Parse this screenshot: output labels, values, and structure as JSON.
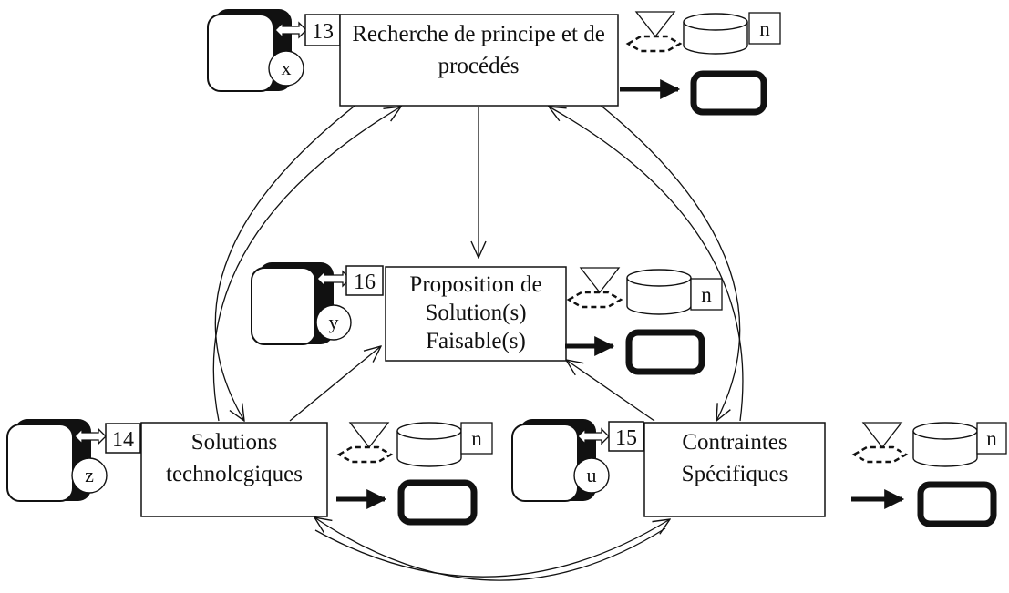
{
  "processes": [
    {
      "id": "recherche",
      "number": "13",
      "lines": [
        "Recherche de principe et de",
        "procédés"
      ],
      "resource": "x",
      "store": "n"
    },
    {
      "id": "proposition",
      "number": "16",
      "lines": [
        "Proposition de",
        "Solution(s)",
        "Faisable(s)"
      ],
      "resource": "y",
      "store": "n"
    },
    {
      "id": "solutions",
      "number": "14",
      "lines": [
        "Solutions",
        "technolcgiques"
      ],
      "resource": "z",
      "store": "n"
    },
    {
      "id": "contraintes",
      "number": "15",
      "lines": [
        "Contraintes",
        "Spécifiques"
      ],
      "resource": "u",
      "store": "n"
    }
  ]
}
